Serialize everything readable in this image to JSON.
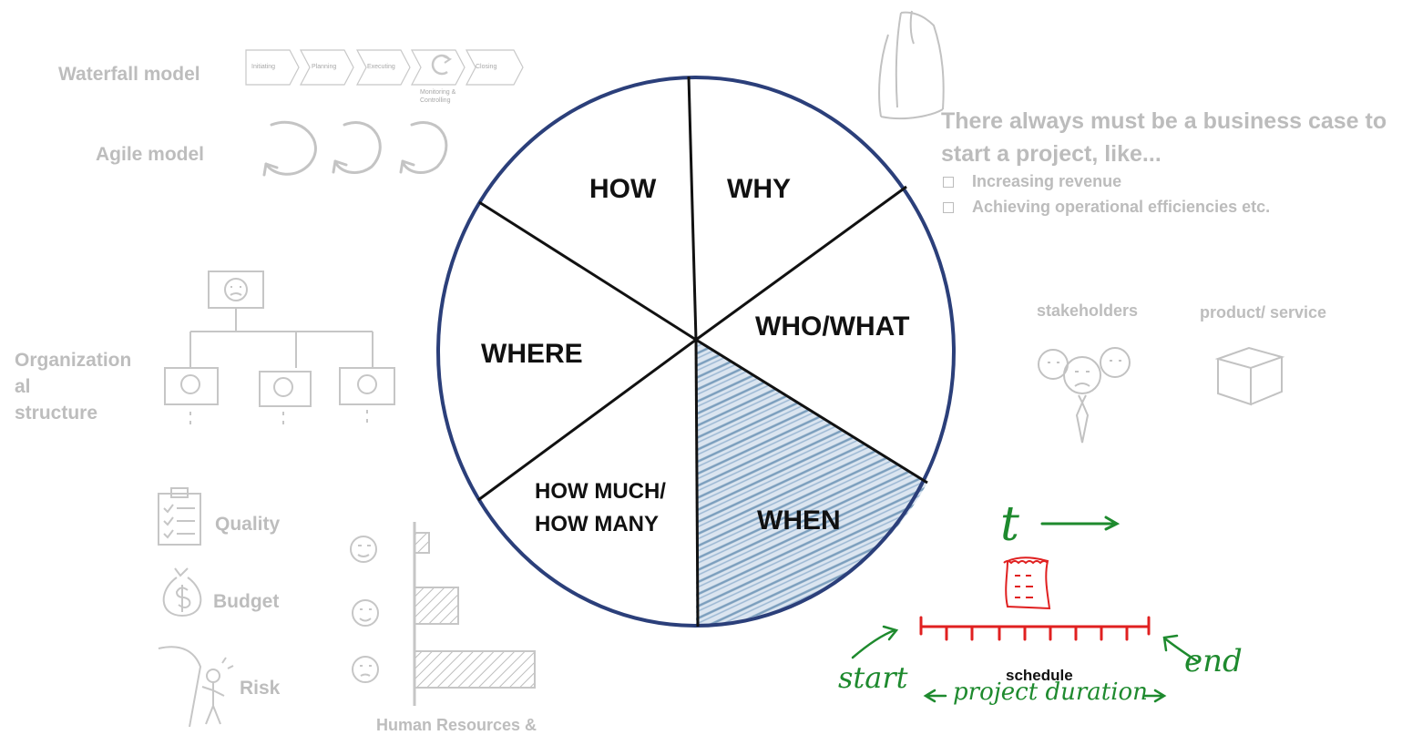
{
  "left": {
    "waterfall_label": "Waterfall model",
    "waterfall_steps": [
      "Initiating",
      "Planning",
      "Executing",
      "",
      "Closing"
    ],
    "monitoring_label": "Monitoring & Controlling",
    "agile_label": "Agile model",
    "org_label_line1": "Organization",
    "org_label_line2": "al",
    "org_label_line3": "structure",
    "quality_label": "Quality",
    "budget_label": "Budget",
    "risk_label": "Risk",
    "hr_label": "Human Resources &"
  },
  "wheel": {
    "segments": [
      "HOW",
      "WHY",
      "WHO/WHAT",
      "WHEN",
      "HOW MUCH/",
      "HOW MANY",
      "WHERE"
    ],
    "highlighted": "WHEN",
    "highlight_color": "#5b86ad",
    "rim_color": "#2b3f7a"
  },
  "right": {
    "case_title_line1": "There always must be a business case to",
    "case_title_line2": "start a project, like...",
    "case_items": [
      "Increasing revenue",
      "Achieving operational efficiencies etc."
    ],
    "stakeholders_label": "stakeholders",
    "product_label": "product/ service"
  },
  "schedule": {
    "t_label": "t",
    "start_label": "start",
    "end_label": "end",
    "schedule_label": "schedule",
    "duration_label": "project duration",
    "timeline_color": "#e02020",
    "annotation_color": "#1e8a2e"
  }
}
